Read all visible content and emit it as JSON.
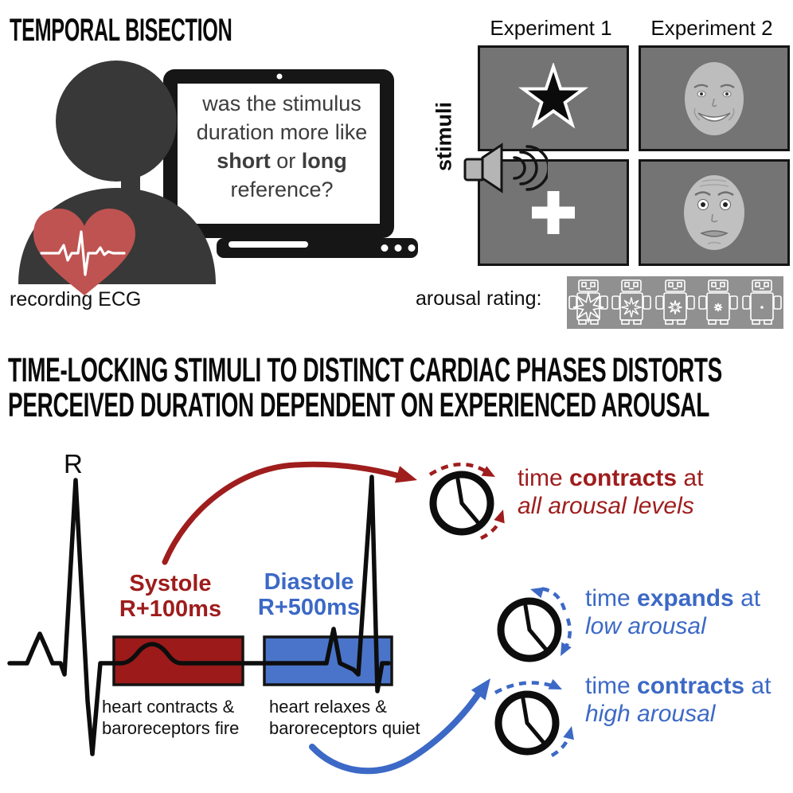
{
  "figure_title": "TEMPORAL BISECTION",
  "panel_task": {
    "screen_prompt": {
      "line1": "was the stimulus",
      "line2": "duration more like",
      "emph1": "short",
      "conj": " or ",
      "emph2": "long",
      "line4": "reference?"
    },
    "caption": "recording ECG"
  },
  "panel_stimuli": {
    "col1_header": "Experiment 1",
    "col2_header": "Experiment 2",
    "row_label": "stimuli",
    "arousal_label": "arousal rating:",
    "stimuli_names": [
      "black-star",
      "happy-face",
      "fixation-cross-with-tone",
      "fearful-face"
    ],
    "sam_scale_points": 5
  },
  "headline": {
    "line1": "TIME-LOCKING STIMULI TO DISTINCT CARDIAC PHASES DISTORTS",
    "line2": "PERCEIVED DURATION DEPENDENT ON EXPERIENCED AROUSAL"
  },
  "panel_cardiac": {
    "r_label": "R",
    "systole": {
      "name": "Systole",
      "timing": "R+100ms",
      "caption_line1": "heart contracts &",
      "caption_line2": "baroreceptors fire",
      "box_color": "#9c1a1a"
    },
    "diastole": {
      "name": "Diastole",
      "timing": "R+500ms",
      "caption_line1": "heart relaxes &",
      "caption_line2": "baroreceptors quiet",
      "box_color": "#4a74ca"
    },
    "effects": [
      {
        "pre": "time ",
        "keyword": "contracts",
        "post": " at",
        "qualifier": "all arousal levels",
        "color": "#9f1d1d"
      },
      {
        "pre": "time ",
        "keyword": "expands",
        "post": " at",
        "qualifier": "low arousal",
        "color": "#3c69c6"
      },
      {
        "pre": "time ",
        "keyword": "contracts",
        "post": " at",
        "qualifier": "high arousal",
        "color": "#3c69c6"
      }
    ]
  },
  "icons": {
    "heart": "heart-ecg-icon",
    "speaker": "speaker-icon",
    "star": "star-icon",
    "fixation": "plus-cross-icon",
    "clock": "clock-icon",
    "sam": "sam-arousal-scale"
  },
  "colors": {
    "dark_red": "#9f1d1d",
    "blue": "#3c69c6",
    "person_silhouette": "#383838",
    "heart_red": "#bf5351",
    "panel_gray": "#747474",
    "sam_gray": "#909090"
  }
}
